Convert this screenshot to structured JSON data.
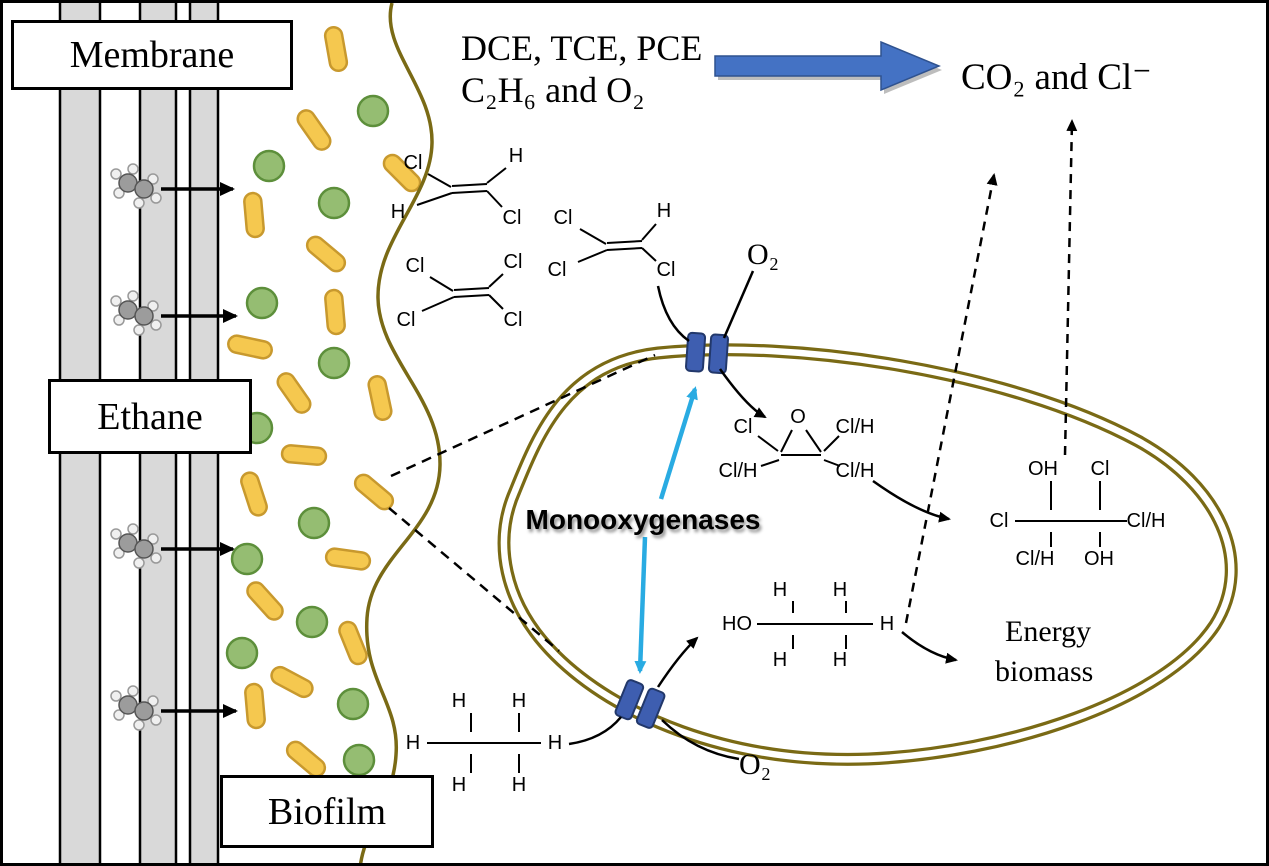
{
  "boxes": {
    "membrane": "Membrane",
    "ethane": "Ethane",
    "biofilm": "Biofilm"
  },
  "header": {
    "reactants_line1": "DCE, TCE, PCE",
    "reactants_line2": "C₂H₆ and O₂",
    "products": "CO₂ and Cl⁻"
  },
  "cell": {
    "enzyme_label": "Monooxygenases",
    "o2_top": "O₂",
    "o2_bottom": "O₂",
    "energy_line1": "Energy",
    "energy_line2": "biomass"
  },
  "molecules": {
    "dce": {
      "tl": "Cl",
      "tr": "H",
      "bl": "H",
      "br": "Cl"
    },
    "pce": {
      "tl": "Cl",
      "tr": "Cl",
      "bl": "Cl",
      "br": "Cl"
    },
    "tce": {
      "tl": "Cl",
      "tr": "H",
      "bl": "Cl",
      "br": "Cl"
    },
    "epoxide": {
      "o": "O",
      "tl": "Cl",
      "tr": "Cl/H",
      "bl": "Cl/H",
      "br": "Cl/H"
    },
    "diol": {
      "t1": "OH",
      "t2": "Cl",
      "left": "Cl",
      "right": "Cl/H",
      "b1": "Cl/H",
      "b2": "OH"
    },
    "ethanol": {
      "t1": "H",
      "t2": "H",
      "left": "HO",
      "right": "H",
      "b1": "H",
      "b2": "H"
    },
    "ethane": {
      "t1": "H",
      "t2": "H",
      "left": "H",
      "right": "H",
      "b1": "H",
      "b2": "H"
    }
  },
  "colors": {
    "biofilm_outline": "#7a6a15",
    "rod_bacteria_fill": "#f5c84f",
    "rod_bacteria_stroke": "#c8992e",
    "coccus_bacteria_fill": "#95bd72",
    "coccus_bacteria_stroke": "#5d8f3b",
    "block_arrow_blue": "#4472c4",
    "transporter_blue": "#3e5eb0",
    "pointer_cyan": "#29abe2",
    "membrane_fiber_gray": "#d9d9d9"
  }
}
